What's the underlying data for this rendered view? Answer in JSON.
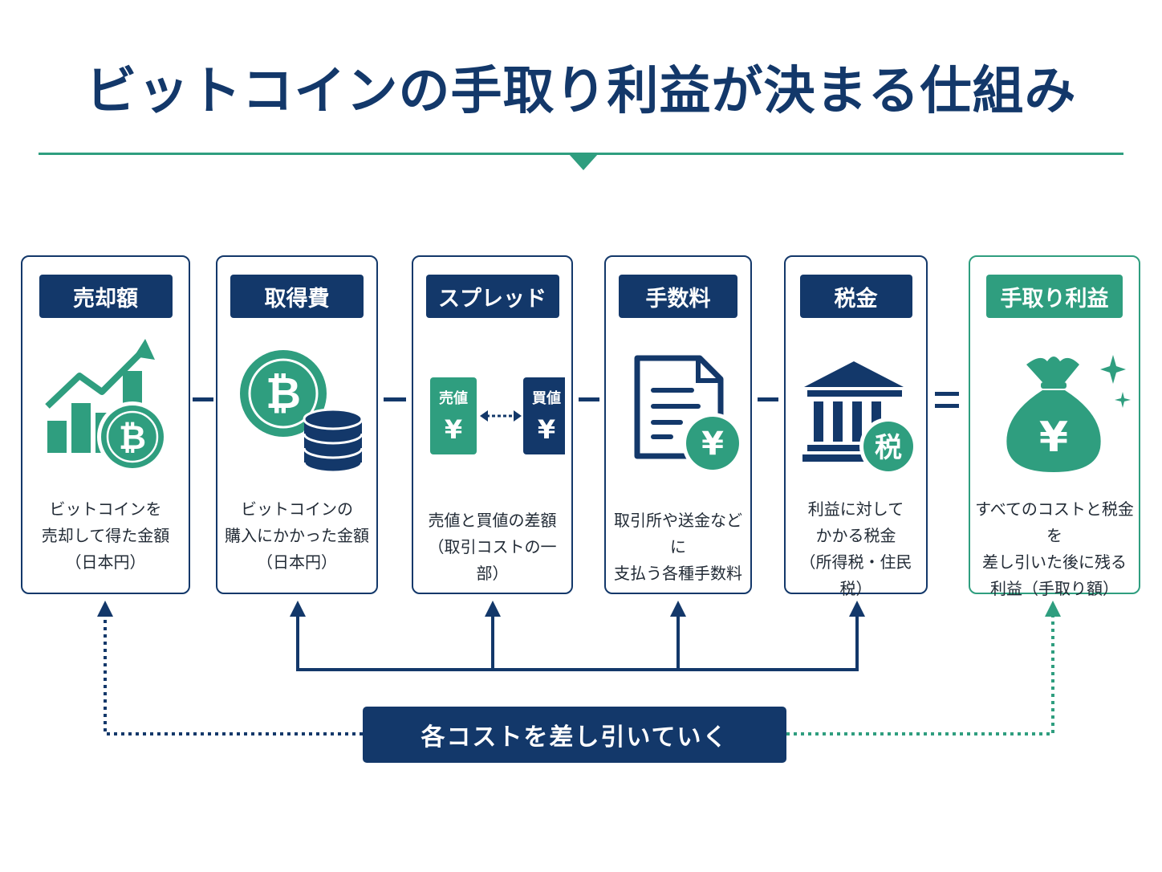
{
  "title": "ビットコインの手取り利益が決まる仕組み",
  "colors": {
    "navy": "#13386a",
    "green": "#2f9e7f"
  },
  "cards": [
    {
      "label": "売却額",
      "icon": "growth-chart-bitcoin-icon",
      "desc": [
        "ビットコインを",
        "売却して得た金額",
        "（日本円）"
      ]
    },
    {
      "label": "取得費",
      "icon": "bitcoin-coin-stack-icon",
      "desc": [
        "ビットコインの",
        "購入にかかった金額",
        "（日本円）"
      ]
    },
    {
      "label": "スプレッド",
      "icon": "bid-ask-yen-icon",
      "sell_label": "売値",
      "buy_label": "買値",
      "yen": "¥",
      "desc": [
        "売値と買値の差額",
        "（取引コストの一部）"
      ]
    },
    {
      "label": "手数料",
      "icon": "document-yen-icon",
      "yen": "¥",
      "desc": [
        "取引所や送金などに",
        "支払う各種手数料"
      ]
    },
    {
      "label": "税金",
      "icon": "bank-tax-icon",
      "tax_char": "税",
      "desc": [
        "利益に対して",
        "かかる税金",
        "（所得税・住民税）"
      ]
    },
    {
      "label": "手取り利益",
      "icon": "money-bag-yen-icon",
      "yen": "¥",
      "desc": [
        "すべてのコストと税金を",
        "差し引いた後に残る",
        "利益（手取り額）"
      ]
    }
  ],
  "bottom": {
    "label": "各コストを差し引いていく"
  }
}
